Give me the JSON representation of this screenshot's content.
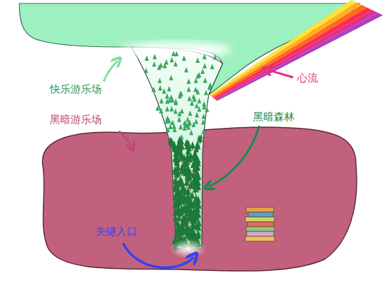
{
  "diagram": {
    "labels": [
      "快乐游乐场",
      "黑暗游乐场",
      "心流",
      "黑暗森林",
      "关键入口"
    ]
  }
}
